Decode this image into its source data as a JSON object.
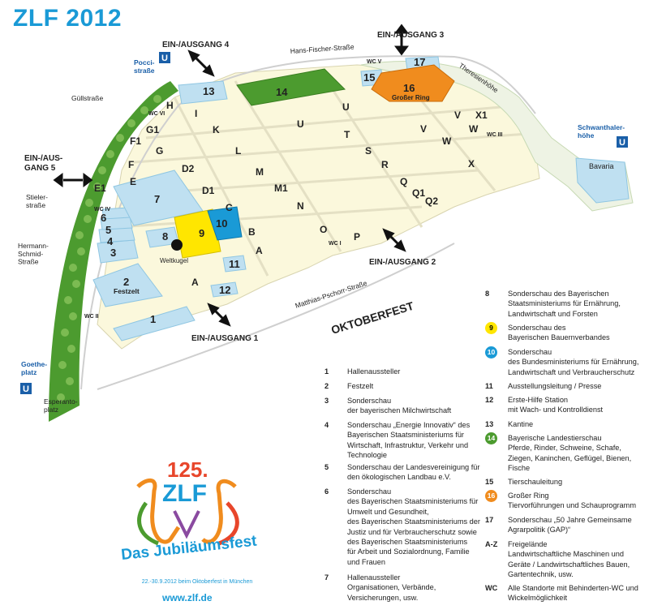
{
  "title": "ZLF 2012",
  "map": {
    "streets": {
      "hans_fischer": "Hans-Fischer-Straße",
      "theresienhoehe": "Theresienhöhe",
      "guellstrasse": "Güllstraße",
      "stielerstrasse": "Stieler-\nstraße",
      "hermann_schmid": "Hermann-\nSchmid-\nStraße",
      "matthias_pschorr": "Matthias-Pschorr-Straße",
      "esperantoplatz": "Esperanto-\nplatz",
      "oktoberfest": "OKTOBERFEST",
      "bavaria": "Bavaria",
      "weltkugel": "Weltkugel"
    },
    "entrances": {
      "e1": "EIN-/AUSGANG 1",
      "e2": "EIN-/AUSGANG 2",
      "e3": "EIN-/AUSGANG 3",
      "e4": "EIN-/AUSGANG 4",
      "e5a": "EIN-/AUS-",
      "e5b": "GANG 5"
    },
    "ubahn": {
      "symbol": "U",
      "poccistrasse": "Pocci-\nstraße",
      "schwanthalerhoehe": "Schwanthaler-\nhöhe",
      "goetheplatz": "Goethe-\nplatz"
    },
    "wc": {
      "wc_vi": "WC VI",
      "wc_v": "WC V",
      "wc_iv": "WC IV",
      "wc_iii": "WC III",
      "wc_ii": "WC II",
      "wc_i": "WC I"
    },
    "halls": {
      "h1": "1",
      "h2": "2",
      "h2b": "Festzelt",
      "h3": "3",
      "h4": "4",
      "h5": "5",
      "h6": "6",
      "h7": "7",
      "h8": "8",
      "h9": "9",
      "h10": "10",
      "h11": "11",
      "h12": "12",
      "h13": "13",
      "h14": "14",
      "h15": "15",
      "h16": "16",
      "h16b": "Großer Ring",
      "h17": "17"
    },
    "areas": {
      "A": "A",
      "A2": "A",
      "B": "B",
      "C": "C",
      "D1": "D1",
      "D2": "D2",
      "E": "E",
      "E1": "E1",
      "F": "F",
      "F1": "F1",
      "G": "G",
      "G1": "G1",
      "H": "H",
      "I": "I",
      "K": "K",
      "L": "L",
      "M": "M",
      "M1": "M1",
      "N": "N",
      "O": "O",
      "P": "P",
      "Q": "Q",
      "Q1": "Q1",
      "Q2": "Q2",
      "R": "R",
      "S": "S",
      "T": "T",
      "U": "U",
      "U2": "U",
      "V": "V",
      "V2": "V",
      "W": "W",
      "W2": "W",
      "X": "X",
      "X1": "X1"
    }
  },
  "legend_left": [
    {
      "key": "1",
      "text": "Hallenaussteller"
    },
    {
      "key": "2",
      "text": "Festzelt"
    },
    {
      "key": "3",
      "text": "Sonderschau\nder bayerischen Milchwirtschaft"
    },
    {
      "key": "4",
      "text": "Sonderschau „Energie Innovativ“ des\nBayerischen Staatsministeriums für\nWirtschaft, Infrastruktur, Verkehr und\nTechnologie"
    },
    {
      "key": "5",
      "text": "Sonderschau der Landesvereinigung für\nden ökologischen Landbau e.V."
    },
    {
      "key": "6",
      "text": "Sonderschau\ndes Bayerischen Staatsministeriums für\nUmwelt und Gesundheit,\ndes Bayerischen Staatsministeriums der\nJustiz und für Verbraucherschutz sowie\ndes Bayerischen Staatsministeriums\nfür Arbeit und Sozialordnung, Familie\nund Frauen"
    },
    {
      "key": "7",
      "text": "Hallenaussteller\nOrganisationen, Verbände,\nVersicherungen, usw."
    }
  ],
  "legend_right": [
    {
      "key": "8",
      "text": "Sonderschau des Bayerischen\nStaatsministeriums für Ernährung,\nLandwirtschaft und Forsten"
    },
    {
      "key": "9",
      "text": "Sonderschau des\nBayerischen Bauernverbandes",
      "circle": "#ffe600",
      "fg": "#000000"
    },
    {
      "key": "10",
      "text": "Sonderschau\ndes Bundesministeriums für Ernährung,\nLandwirtschaft und Verbraucherschutz",
      "circle": "#1a9ad6",
      "fg": "#ffffff"
    },
    {
      "key": "11",
      "text": "Ausstellungsleitung / Presse"
    },
    {
      "key": "12",
      "text": "Erste-Hilfe Station\nmit Wach- und Kontrolldienst"
    },
    {
      "key": "13",
      "text": "Kantine"
    },
    {
      "key": "14",
      "text": "Bayerische Landestierschau\nPferde, Rinder, Schweine, Schafe,\nZiegen, Kaninchen, Geflügel, Bienen,\nFische",
      "circle": "#4c9b2f",
      "fg": "#ffffff"
    },
    {
      "key": "15",
      "text": "Tierschauleitung"
    },
    {
      "key": "16",
      "text": "Großer Ring\nTiervorführungen und Schauprogramm",
      "circle": "#f08c1e",
      "fg": "#ffffff"
    },
    {
      "key": "17",
      "text": "Sonderschau „50 Jahre Gemeinsame\nAgrarpolitik (GAP)“"
    },
    {
      "key": "A-Z",
      "text": "Freigelände\nLandwirtschaftliche Maschinen und\nGeräte / Landwirtschaftliches Bauen,\nGartentechnik, usw."
    },
    {
      "key": "WC",
      "text": "Alle Standorte mit Behinderten-WC und\nWickelmöglichkeit"
    }
  ],
  "logo": {
    "number": "125.",
    "name": "ZLF",
    "slogan": "Das Jubiläumsfest",
    "dates": "22.-30.9.2012 beim Oktoberfest in München",
    "url": "www.zlf.de"
  },
  "colors": {
    "accent_blue": "#1a9ad6",
    "ground": "#fbf8dc",
    "hall_blue": "#bfe0f1",
    "tree_green": "#4c9b2f",
    "ring_orange": "#f08c1e",
    "yellow": "#ffe600"
  }
}
